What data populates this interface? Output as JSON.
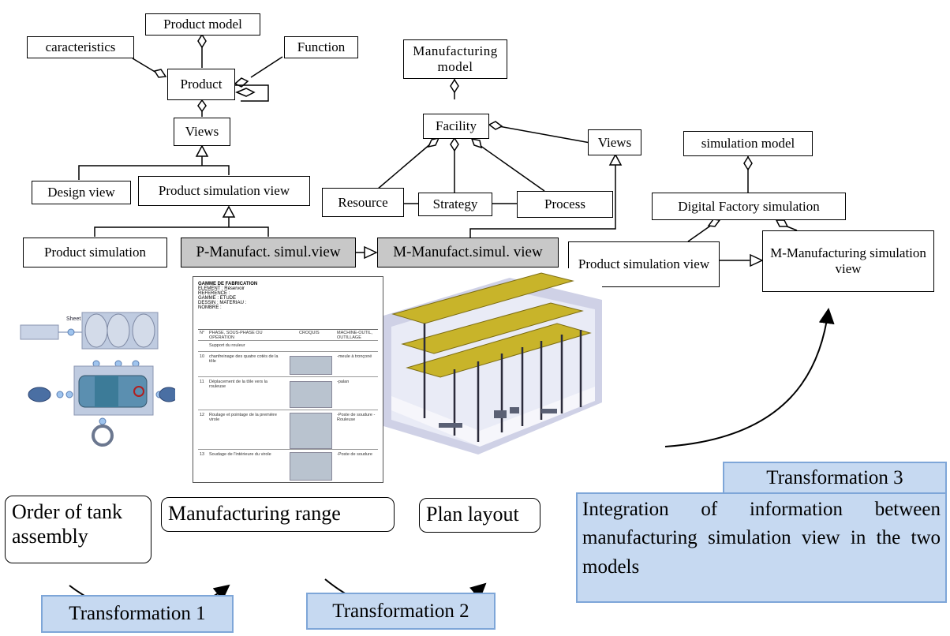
{
  "product_model": {
    "product_model": "Product model",
    "caracteristics": "caracteristics",
    "function": "Function",
    "product": "Product",
    "views": "Views",
    "design_view": "Design view",
    "product_simulation_view": "Product simulation view",
    "product_simulation": "Product simulation",
    "p_manufact": "P-Manufact. simul.view"
  },
  "manufacturing_model": {
    "manufacturing_model": "Manufacturing model",
    "facility": "Facility",
    "views": "Views",
    "resource": "Resource",
    "strategy": "Strategy",
    "process": "Process",
    "m_manufact": "M-Manufact.simul. view"
  },
  "simulation_model": {
    "simulation_model": "simulation model",
    "digital_factory": "Digital Factory simulation",
    "product_simulation_view": "Product simulation view",
    "m_manufacturing": "M-Manufacturing simulation view"
  },
  "pictures": {
    "sheet_title": "GAMME DE FABRICATION",
    "sheet_header": [
      "ELEMENT : Réservoir",
      "REFERENCE :",
      "GAMME : ETUDE",
      "DESSIN : MATERIAU :",
      "NOMBRE :"
    ],
    "sheet_columns": [
      "N°",
      "PHASE, SOUS-PHASE OU OPÉRATION",
      "CROQUIS",
      "MACHINE-OUTIL, OUTILLAGE"
    ],
    "sheet_rows": [
      {
        "n": "",
        "op": "Support du rouleur",
        "tool": ""
      },
      {
        "n": "10",
        "op": "chanfreinage des quatre cotés de la tôle",
        "tool": "-meule à tronçoné"
      },
      {
        "n": "11",
        "op": "Déplacement de la tôle vers la rouleuse",
        "tool": "-palan"
      },
      {
        "n": "12",
        "op": "Roulage et pointage de la première virole",
        "tool": "-Poste de soudure -Rouleuse"
      },
      {
        "n": "13",
        "op": "Soudage de l'intérieure du virole",
        "tool": "-Poste de soudure"
      }
    ],
    "assembly_label": "Sheet metal rolling"
  },
  "labels": {
    "order_of_tank": "Order of tank assembly",
    "manufacturing_range": "Manufacturing range",
    "plan_layout": "Plan layout",
    "transformation1": "Transformation 1",
    "transformation2": "Transformation 2",
    "transformation3": "Transformation 3",
    "integration": "Integration of information between manufacturing simulation view in the two models"
  },
  "colors": {
    "highlight_box": "#c8c8c8",
    "transformation_fill": "#c6d9f1",
    "transformation_border": "#7ea6d8",
    "factory_beam": "#c8b42a"
  }
}
